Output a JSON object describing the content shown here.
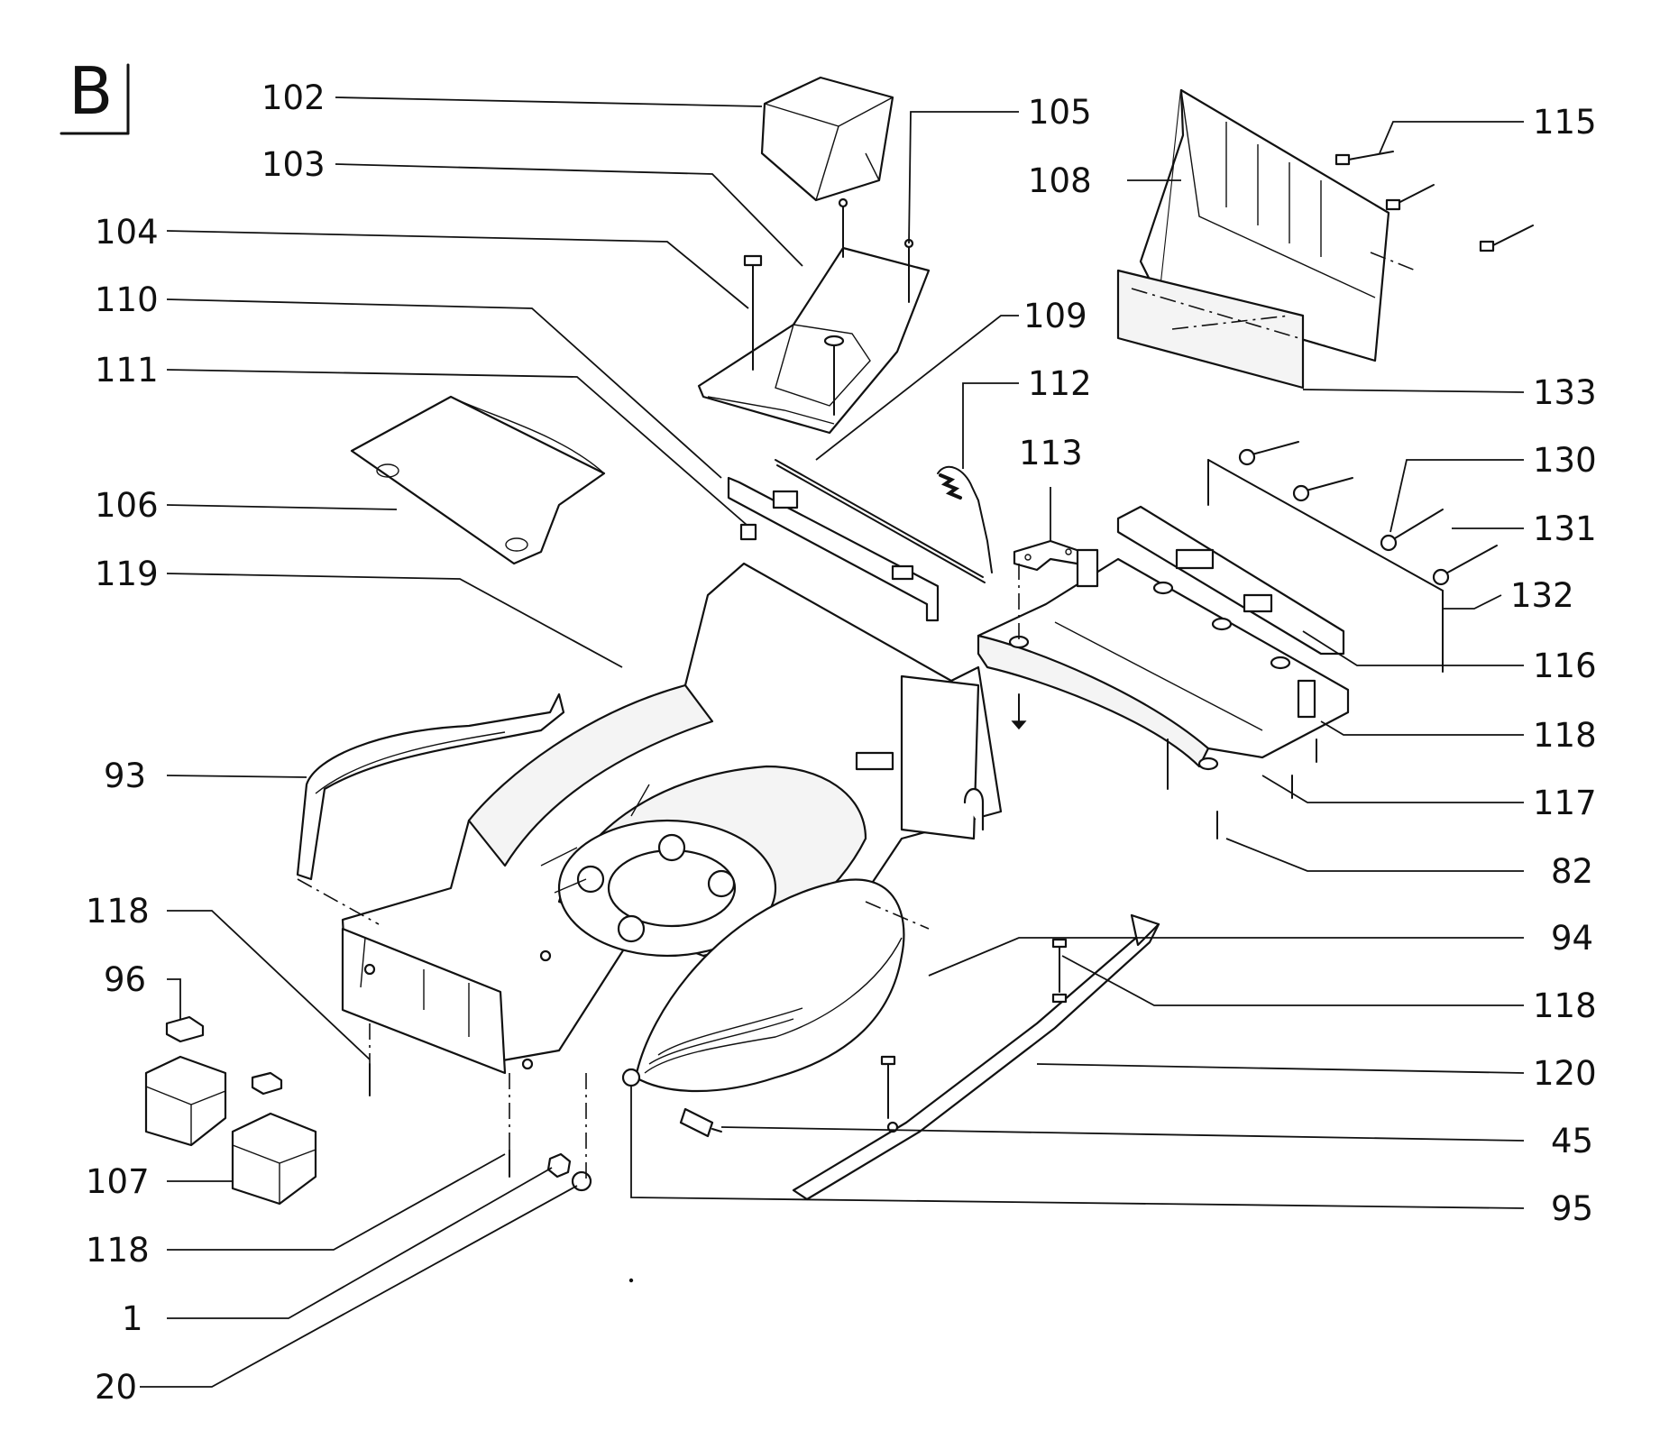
{
  "section_letter": "B",
  "labels": [
    {
      "id": "102",
      "text": "102"
    },
    {
      "id": "103",
      "text": "103"
    },
    {
      "id": "104",
      "text": "104"
    },
    {
      "id": "110",
      "text": "110"
    },
    {
      "id": "111",
      "text": "111"
    },
    {
      "id": "106",
      "text": "106"
    },
    {
      "id": "119",
      "text": "119"
    },
    {
      "id": "93",
      "text": "93"
    },
    {
      "id": "118a",
      "text": "118"
    },
    {
      "id": "96",
      "text": "96"
    },
    {
      "id": "107",
      "text": "107"
    },
    {
      "id": "118b",
      "text": "118"
    },
    {
      "id": "1",
      "text": "1"
    },
    {
      "id": "20",
      "text": "20"
    },
    {
      "id": "105",
      "text": "105"
    },
    {
      "id": "109",
      "text": "109"
    },
    {
      "id": "112",
      "text": "112"
    },
    {
      "id": "113",
      "text": "113"
    },
    {
      "id": "108",
      "text": "108"
    },
    {
      "id": "115",
      "text": "115"
    },
    {
      "id": "133",
      "text": "133"
    },
    {
      "id": "130",
      "text": "130"
    },
    {
      "id": "131",
      "text": "131"
    },
    {
      "id": "132",
      "text": "132"
    },
    {
      "id": "116",
      "text": "116"
    },
    {
      "id": "118c",
      "text": "118"
    },
    {
      "id": "117",
      "text": "117"
    },
    {
      "id": "82",
      "text": "82"
    },
    {
      "id": "94",
      "text": "94"
    },
    {
      "id": "118d",
      "text": "118"
    },
    {
      "id": "120",
      "text": "120"
    },
    {
      "id": "45",
      "text": "45"
    },
    {
      "id": "95",
      "text": "95"
    }
  ]
}
